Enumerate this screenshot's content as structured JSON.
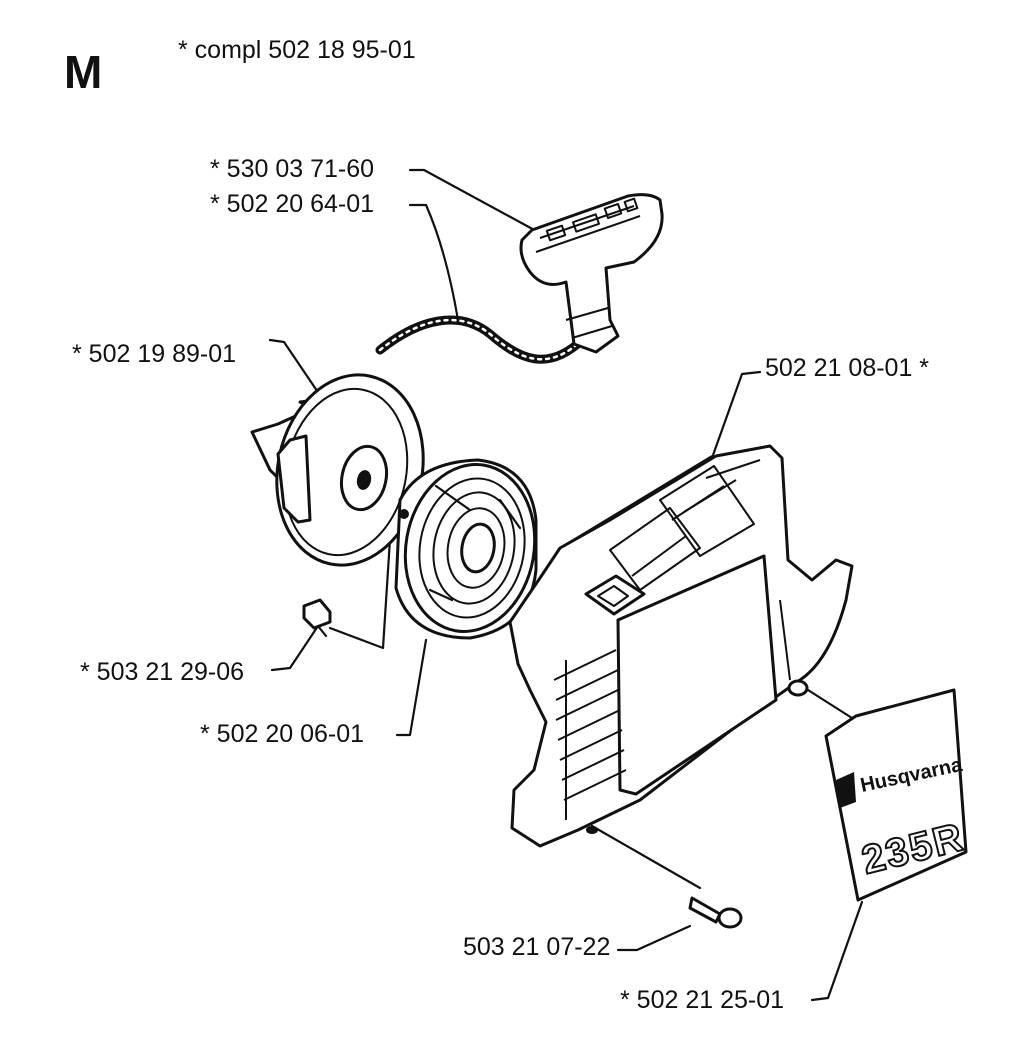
{
  "section_letter": "M",
  "kit_label": "* compl 502 18 95-01",
  "parts": {
    "handle": "* 530 03 71-60",
    "starter_rope": "* 502 20 64-01",
    "pulley": "* 502 19 89-01",
    "cover": "502 21 08-01 *",
    "pulley_screw": "* 503 21 29-06",
    "spring_cassette": "* 502 20 06-01",
    "cover_screw": "503 21 07-22",
    "decal": "* 502 21 25-01"
  },
  "decal_text": {
    "brand": "Husqvarna",
    "model": "235R"
  }
}
